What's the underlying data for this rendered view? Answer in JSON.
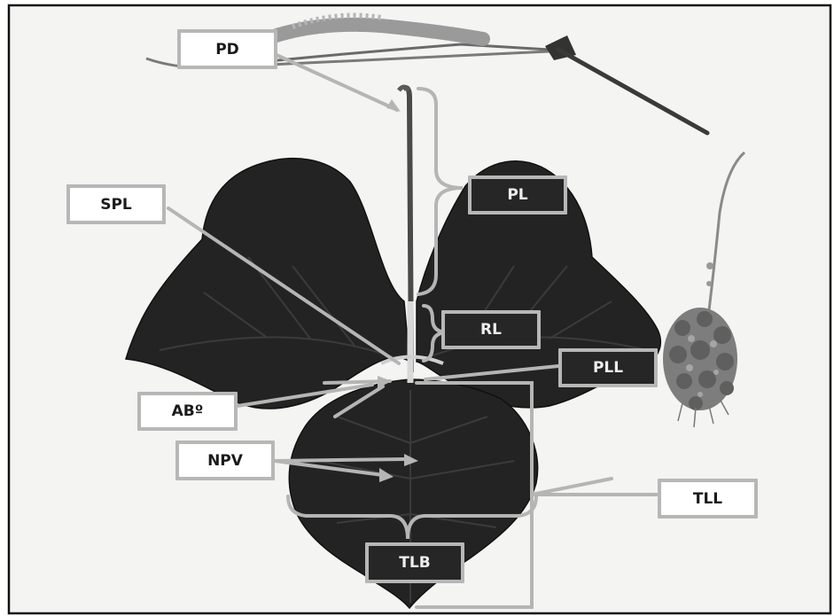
{
  "labels": {
    "pd": "PD",
    "spl": "SPL",
    "pl": "PL",
    "rl": "RL",
    "pll": "PLL",
    "abo": "ABº",
    "npv": "NPV",
    "tll": "TLL",
    "tlb": "TLB"
  },
  "colors": {
    "leaf": "#232323",
    "leaf_edge": "#111111",
    "annotation_line": "#b5b5b5",
    "label_border": "#b7b7b7",
    "background": "#f4f4f2",
    "frame": "#111111",
    "inflorescence": "#8e8e8e"
  }
}
